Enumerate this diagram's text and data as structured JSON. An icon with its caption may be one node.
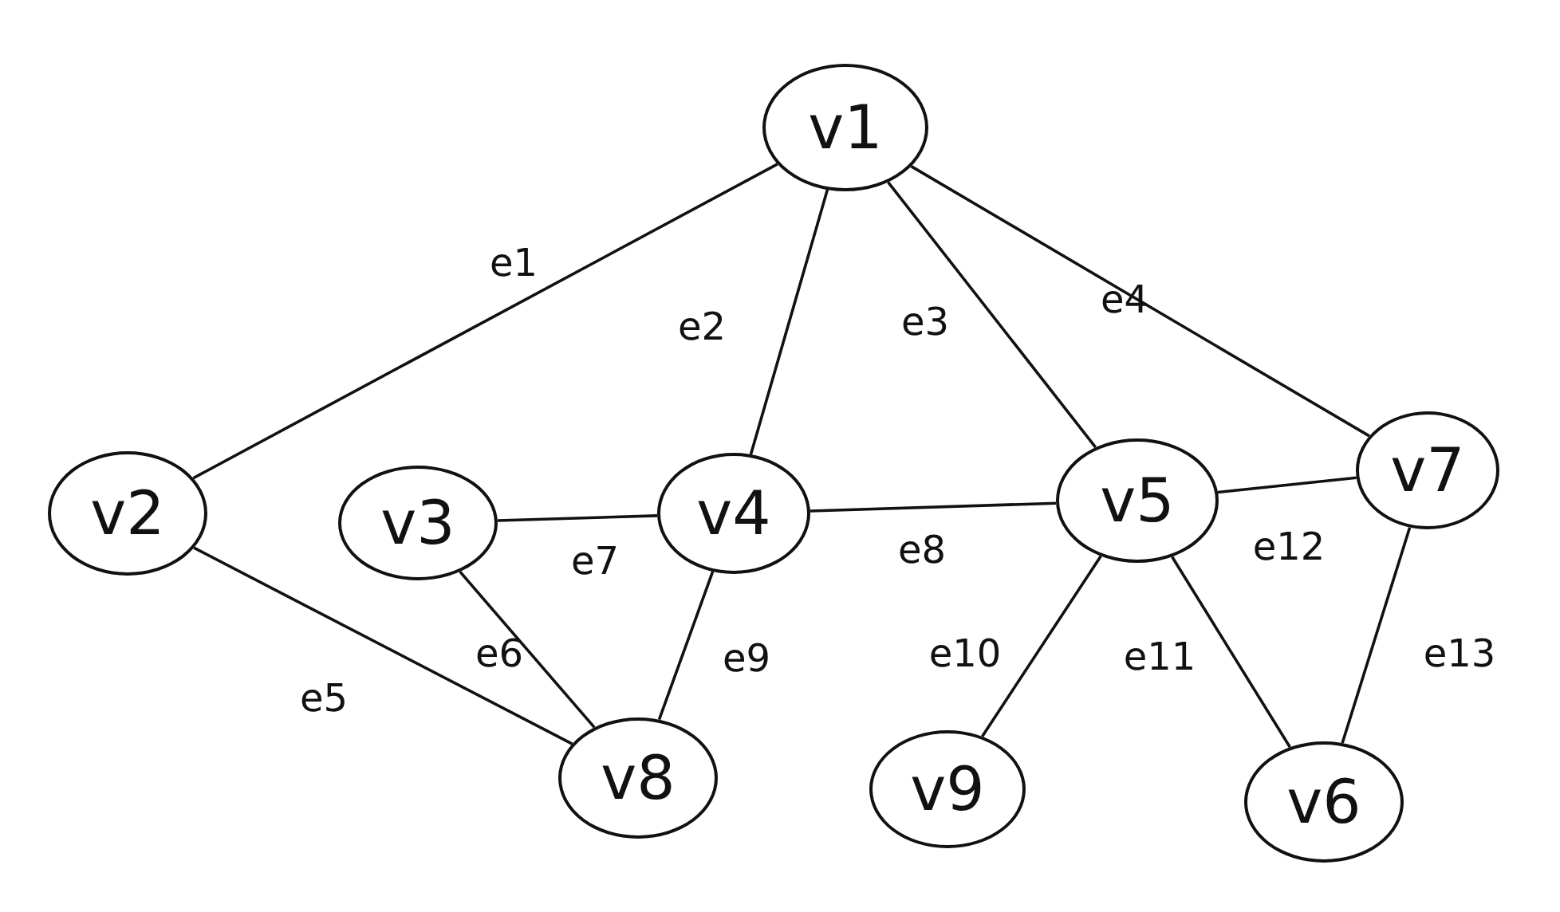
{
  "diagram": {
    "nodes": [
      {
        "text": [
          "v1"
        ]
      },
      {
        "text": [
          "v2"
        ]
      },
      {
        "text": [
          "v3"
        ]
      },
      {
        "text": [
          "v4"
        ]
      },
      {
        "text": [
          "v5"
        ]
      },
      {
        "text": [
          "v7"
        ]
      },
      {
        "text": [
          "v8"
        ]
      },
      {
        "text": [
          "v9"
        ]
      },
      {
        "text": [
          "v6"
        ]
      }
    ],
    "edges": [
      {
        "from": 0,
        "to": 1,
        "arrow": "none",
        "label": "e1"
      },
      {
        "from": 0,
        "to": 3,
        "arrow": "none",
        "label": "e2"
      },
      {
        "from": 0,
        "to": 4,
        "arrow": "none",
        "label": "e3"
      },
      {
        "from": 0,
        "to": 5,
        "arrow": "none",
        "label": "e4"
      },
      {
        "from": 1,
        "to": 6,
        "arrow": "none",
        "label": "e5"
      },
      {
        "from": 2,
        "to": 6,
        "arrow": "none",
        "label": "e6"
      },
      {
        "from": 2,
        "to": 3,
        "arrow": "none",
        "label": "e7"
      },
      {
        "from": 3,
        "to": 4,
        "arrow": "none",
        "label": "e8"
      },
      {
        "from": 3,
        "to": 6,
        "arrow": "none",
        "label": "e9"
      },
      {
        "from": 4,
        "to": 7,
        "arrow": "none",
        "label": "e10"
      },
      {
        "from": 4,
        "to": 8,
        "arrow": "none",
        "label": "e11"
      },
      {
        "from": 4,
        "to": 5,
        "arrow": "none",
        "label": "e12"
      },
      {
        "from": 5,
        "to": 8,
        "arrow": "none",
        "label": "e13"
      }
    ]
  }
}
